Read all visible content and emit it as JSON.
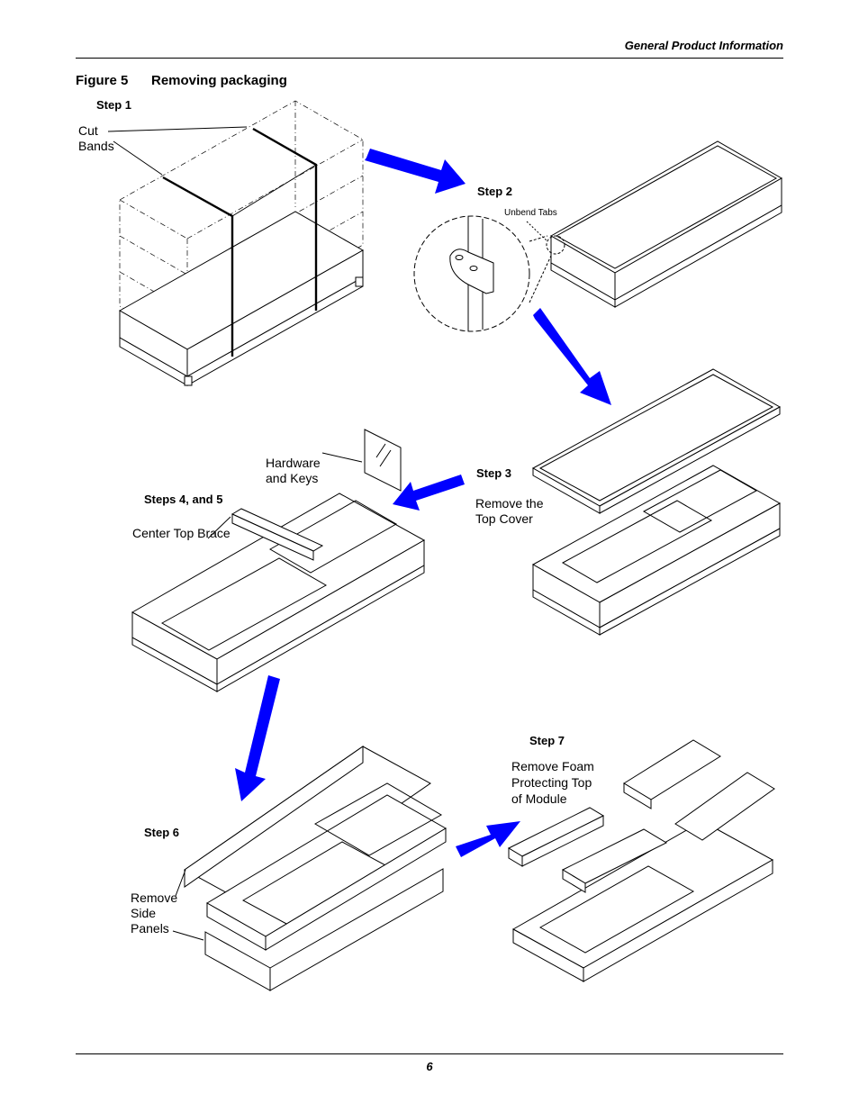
{
  "header": {
    "section_title": "General Product Information"
  },
  "figure": {
    "number": "Figure 5",
    "title": "Removing packaging"
  },
  "steps": {
    "step1": "Step 1",
    "step2": "Step 2",
    "step3": "Step 3",
    "step45": "Steps 4, and 5",
    "step6": "Step 6",
    "step7": "Step 7"
  },
  "labels": {
    "cut_bands_1": "Cut",
    "cut_bands_2": "Bands",
    "unbend_tabs": "Unbend Tabs",
    "remove_top_cover_1": "Remove the",
    "remove_top_cover_2": "Top Cover",
    "hardware_keys_1": "Hardware",
    "hardware_keys_2": "and Keys",
    "center_top_brace": "Center Top Brace",
    "remove_side_panels_1": "Remove",
    "remove_side_panels_2": "Side",
    "remove_side_panels_3": "Panels",
    "remove_foam_1": "Remove Foam",
    "remove_foam_2": "Protecting Top",
    "remove_foam_3": "of Module"
  },
  "footer": {
    "page_number": "6"
  },
  "colors": {
    "arrow": "#0000ff",
    "ink": "#000000"
  },
  "icons": [
    "arrow-step1-to-2",
    "arrow-step2-to-3",
    "arrow-step3-to-4",
    "arrow-step4-to-6",
    "arrow-step6-to-7"
  ]
}
